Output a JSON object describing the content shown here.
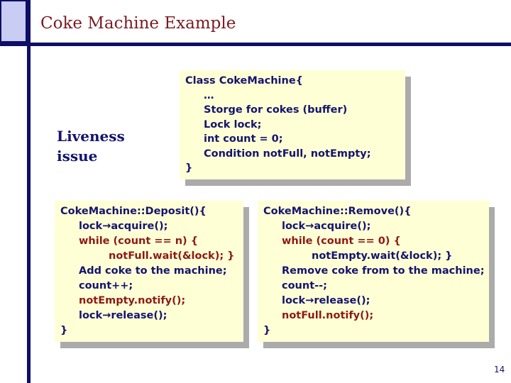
{
  "title": "Coke Machine Example",
  "page_number": "14",
  "liveness_label": "Liveness issue",
  "colors": {
    "navy": "#14146e",
    "maroon": "#8c1a15",
    "title_red": "#7b1a20",
    "box_bg": "#ffffd6",
    "shadow_gray": "#ababab",
    "accent_lavender": "#c9ccf3",
    "line_navy": "#0e0e66"
  },
  "boxes": {
    "class_box": {
      "lines": [
        {
          "text": "Class CokeMachine{",
          "indent": 0,
          "color": "navy"
        },
        {
          "text": "…",
          "indent": 1,
          "color": "navy"
        },
        {
          "text": "Storge for cokes (buffer)",
          "indent": 1,
          "color": "navy"
        },
        {
          "text": "Lock lock;",
          "indent": 1,
          "color": "navy"
        },
        {
          "text": "int count = 0;",
          "indent": 1,
          "color": "navy"
        },
        {
          "text": "Condition notFull, notEmpty;",
          "indent": 1,
          "color": "navy"
        },
        {
          "text": "}",
          "indent": 0,
          "color": "navy"
        }
      ]
    },
    "deposit_box": {
      "lines": [
        {
          "text": "CokeMachine::Deposit(){",
          "indent": 0,
          "color": "navy"
        },
        {
          "text": "lock→acquire();",
          "indent": 1,
          "color": "navy"
        },
        {
          "text": "while (count == n) {",
          "indent": 1,
          "color": "maroon"
        },
        {
          "text": "notFull.wait(&lock); }",
          "indent": 2,
          "color": "maroon"
        },
        {
          "text": "Add coke to the machine;",
          "indent": 1,
          "color": "navy"
        },
        {
          "text": "count++;",
          "indent": 1,
          "color": "navy"
        },
        {
          "text": "notEmpty.notify();",
          "indent": 1,
          "color": "maroon"
        },
        {
          "text": "lock→release();",
          "indent": 1,
          "color": "navy"
        },
        {
          "text": "}",
          "indent": 0,
          "color": "navy"
        }
      ]
    },
    "remove_box": {
      "lines": [
        {
          "text": "CokeMachine::Remove(){",
          "indent": 0,
          "color": "navy"
        },
        {
          "text": "lock→acquire();",
          "indent": 1,
          "color": "navy"
        },
        {
          "text": "while (count == 0) {",
          "indent": 1,
          "color": "maroon"
        },
        {
          "text": "notEmpty.wait(&lock); }",
          "indent": 2,
          "color": "navy"
        },
        {
          "text": "Remove coke from to the machine;",
          "indent": 1,
          "color": "navy"
        },
        {
          "text": "count--;",
          "indent": 1,
          "color": "navy"
        },
        {
          "text": "lock→release();",
          "indent": 1,
          "color": "navy"
        },
        {
          "text": "notFull.notify();",
          "indent": 1,
          "color": "maroon"
        },
        {
          "text": "}",
          "indent": 0,
          "color": "navy"
        }
      ]
    }
  }
}
